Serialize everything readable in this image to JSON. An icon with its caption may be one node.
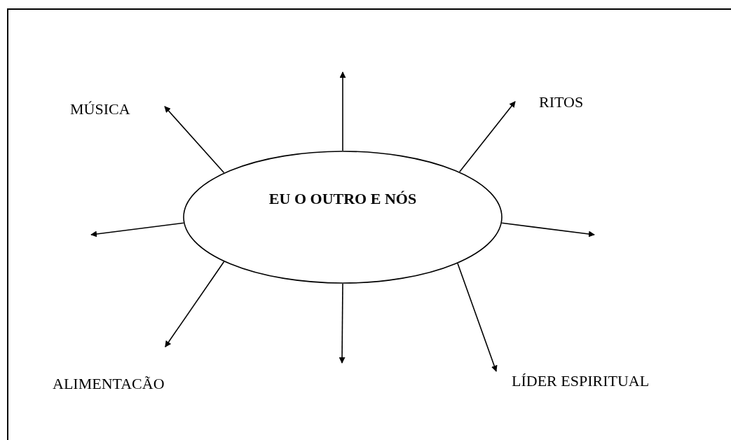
{
  "diagram": {
    "nodes": [
      {
        "text": [
          "EU O OUTRO E NÓS"
        ]
      },
      {
        "text": [
          "MÚSICA"
        ]
      },
      {
        "text": [
          "RITOS"
        ]
      },
      {
        "text": [
          "ALIMENTACÃO"
        ]
      },
      {
        "text": [
          "LÍDER ESPIRITUAL"
        ]
      }
    ],
    "edges": [
      {
        "from": 0,
        "to": 1,
        "arrow": "to"
      },
      {
        "from": 0,
        "to": null,
        "arrow": "to"
      },
      {
        "from": 0,
        "to": 2,
        "arrow": "to"
      },
      {
        "from": 0,
        "to": null,
        "arrow": "to"
      },
      {
        "from": 0,
        "to": null,
        "arrow": "to"
      },
      {
        "from": 0,
        "to": 3,
        "arrow": "to"
      },
      {
        "from": 0,
        "to": null,
        "arrow": "to"
      },
      {
        "from": 0,
        "to": 4,
        "arrow": "to"
      }
    ]
  }
}
